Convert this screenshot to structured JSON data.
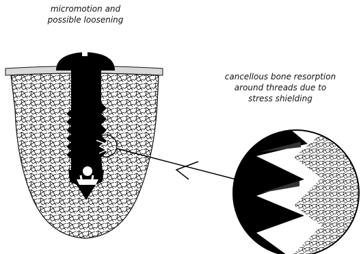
{
  "labels": {
    "top": [
      "micromotion and",
      "possible loosening"
    ],
    "right": [
      "cancellous bone resorption",
      "around threads due to",
      "stress shielding"
    ]
  },
  "colors": {
    "screw": "#000000",
    "bone_fill": "#ffffff",
    "bone_texture": "#222222",
    "cortex": "#d8d8d8",
    "background": "#ffffff"
  },
  "icons": [
    "screw-implant-icon",
    "magnifier-circle-icon",
    "arrow-pointer-icon"
  ]
}
